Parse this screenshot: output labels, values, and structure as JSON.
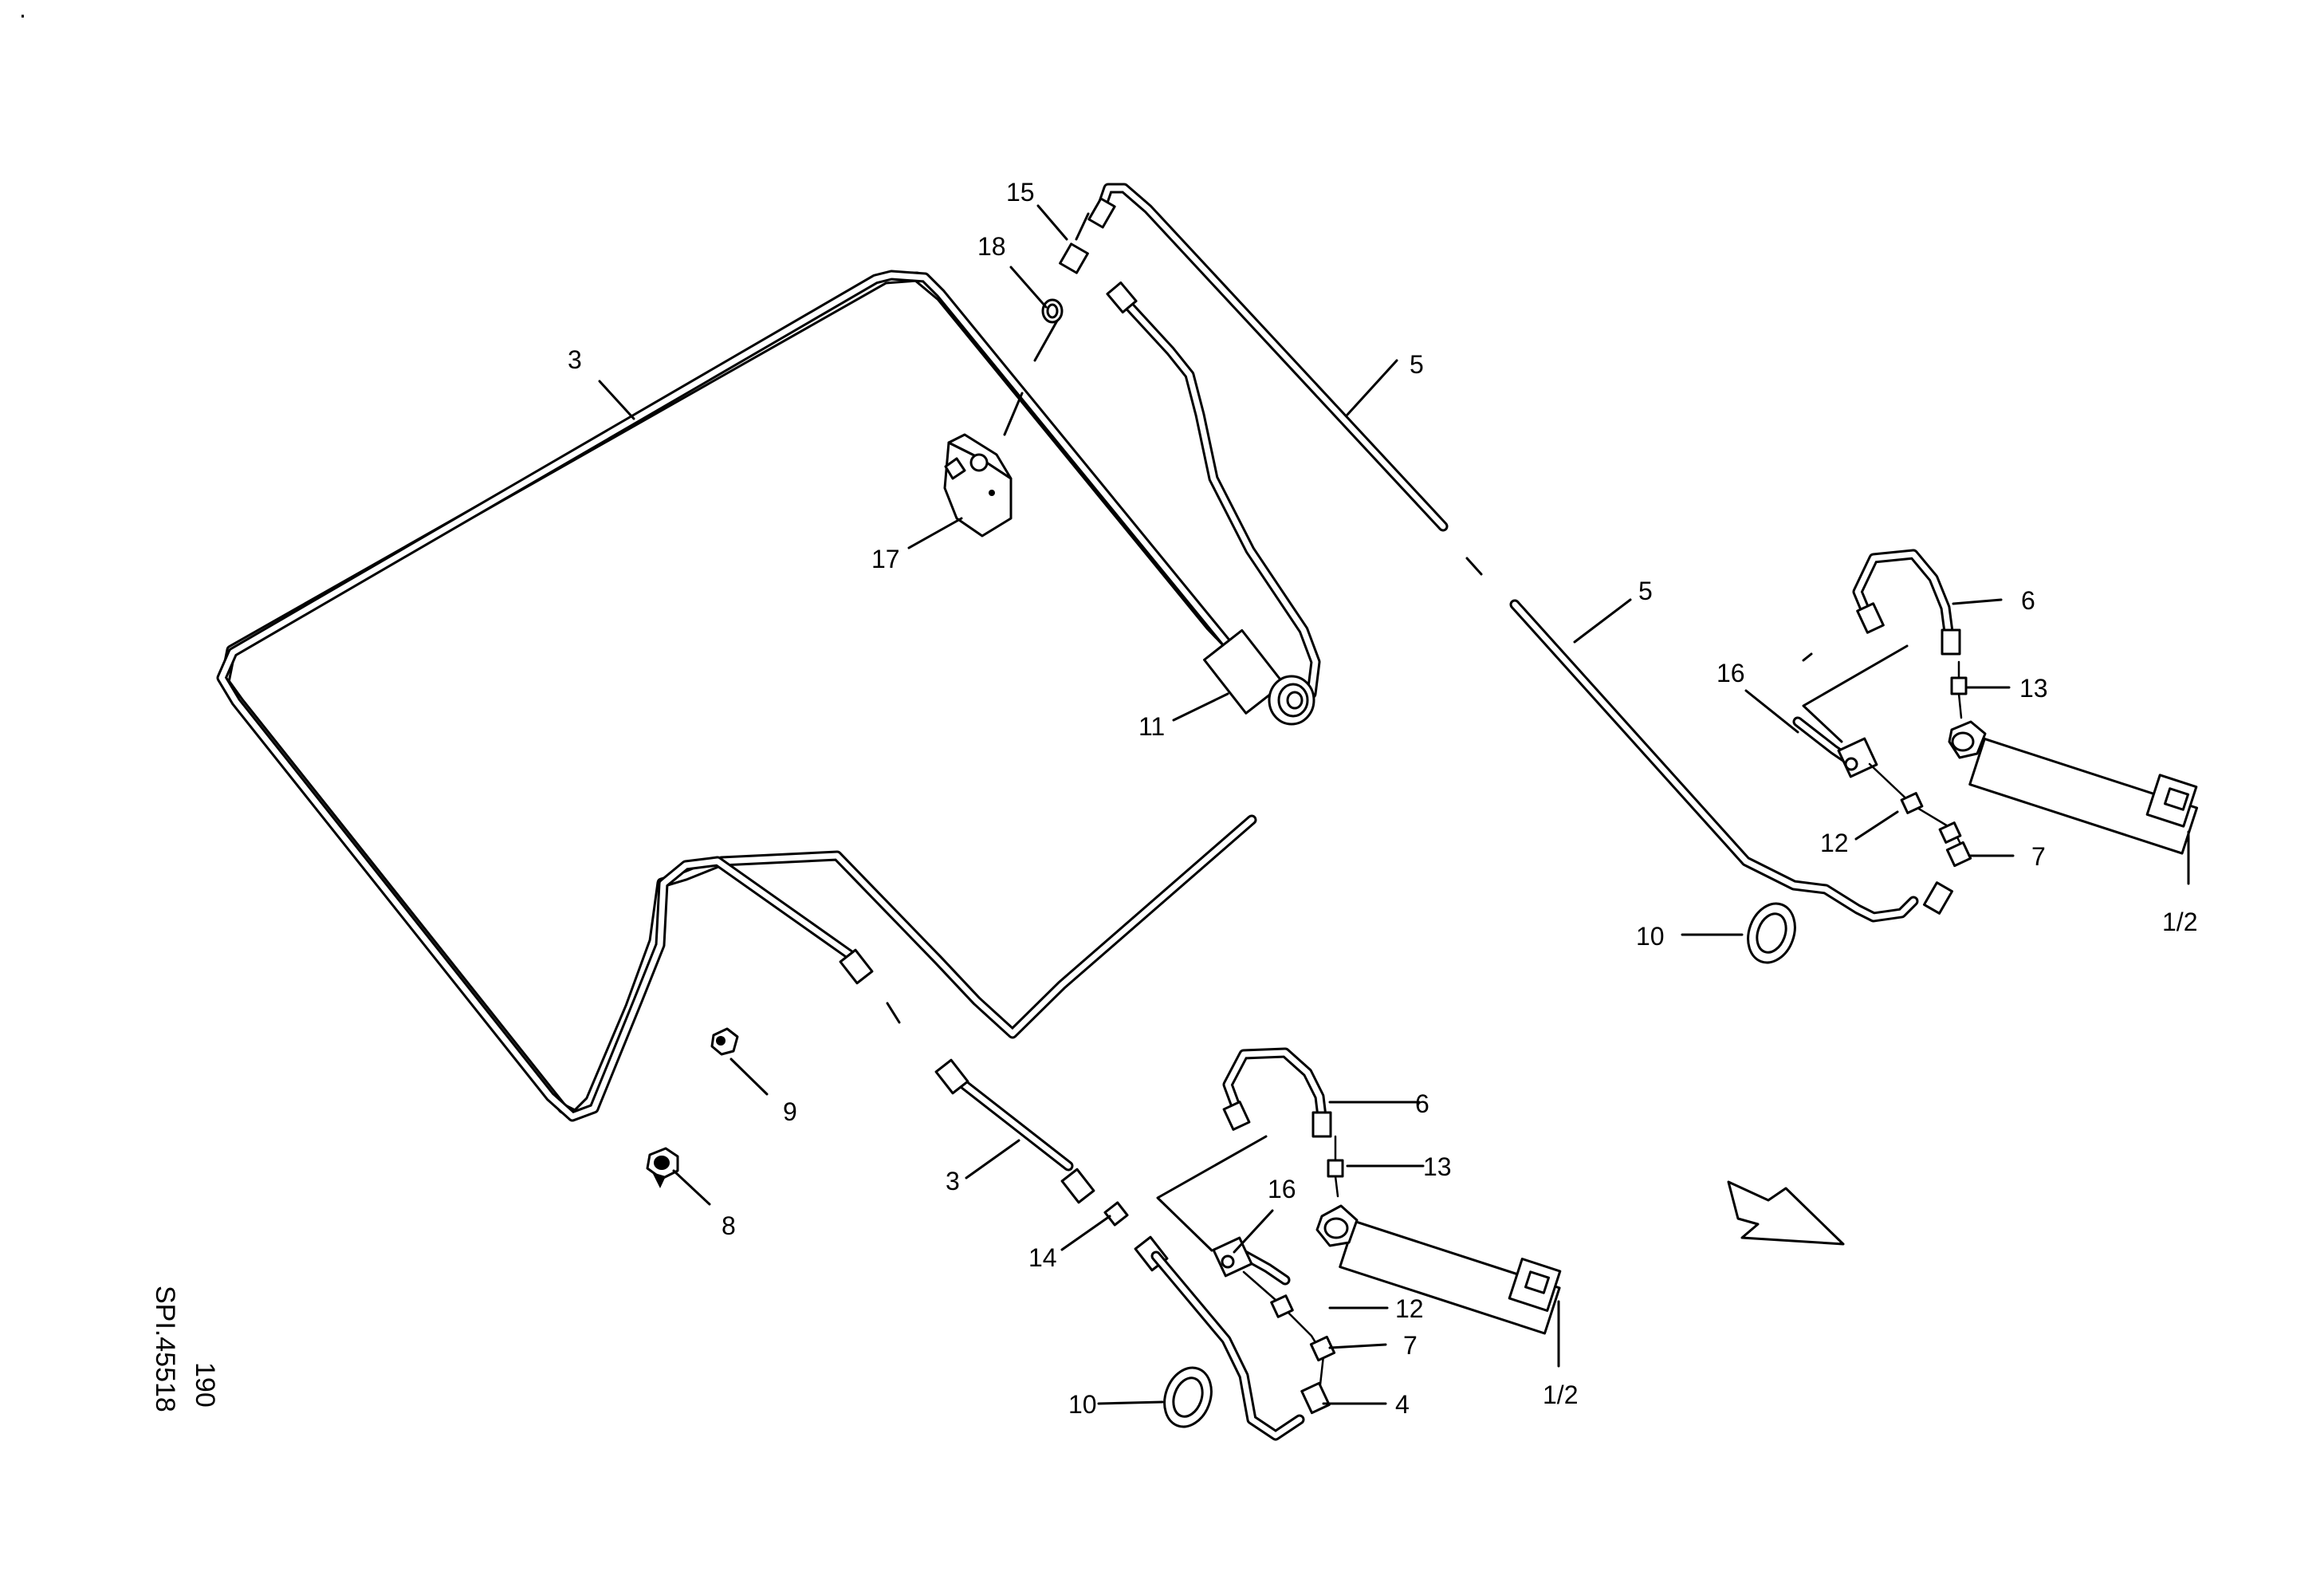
{
  "drawing": {
    "page_number": "190",
    "drawing_code": "SPI.45518",
    "corner_mark": "."
  },
  "callouts": {
    "c3_top": "3",
    "c3_bottom": "3",
    "c5_top": "5",
    "c5_mid": "5",
    "c6_right": "6",
    "c6_left": "6",
    "c13_right": "13",
    "c13_left": "13",
    "c16_right": "16",
    "c16_left": "16",
    "c12_right": "12",
    "c12_left": "12",
    "c7_right": "7",
    "c7_left": "7",
    "c12cyl_right": "1/2",
    "c12cyl_left": "1/2",
    "c10_right": "10",
    "c10_left": "10",
    "c11": "11",
    "c15": "15",
    "c18": "18",
    "c17": "17",
    "c9": "9",
    "c8": "8",
    "c14": "14",
    "c4": "4"
  },
  "icons": {
    "direction_arrow": "direction-arrow-icon"
  }
}
